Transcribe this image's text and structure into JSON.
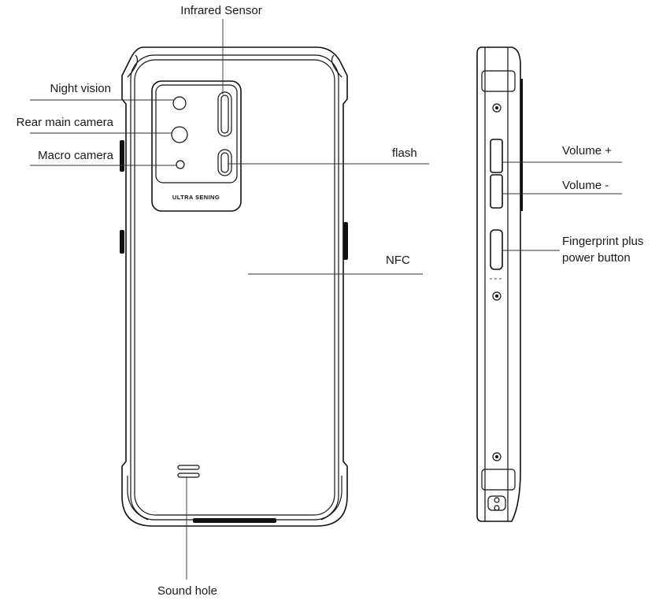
{
  "labels": {
    "infrared_sensor": "Infrared Sensor",
    "night_vision": "Night vision",
    "rear_main_camera": "Rear main camera",
    "macro_camera": "Macro camera",
    "flash": "flash",
    "nfc": "NFC",
    "sound_hole": "Sound hole",
    "volume_up": "Volume +",
    "volume_down": "Volume -",
    "fingerprint_line1": "Fingerprint plus",
    "fingerprint_line2": "power button"
  },
  "camera_module": {
    "brand_text": "ULTRA SENING"
  },
  "colors": {
    "line": "#111111",
    "text": "#1a1a1a",
    "background": "#ffffff"
  }
}
